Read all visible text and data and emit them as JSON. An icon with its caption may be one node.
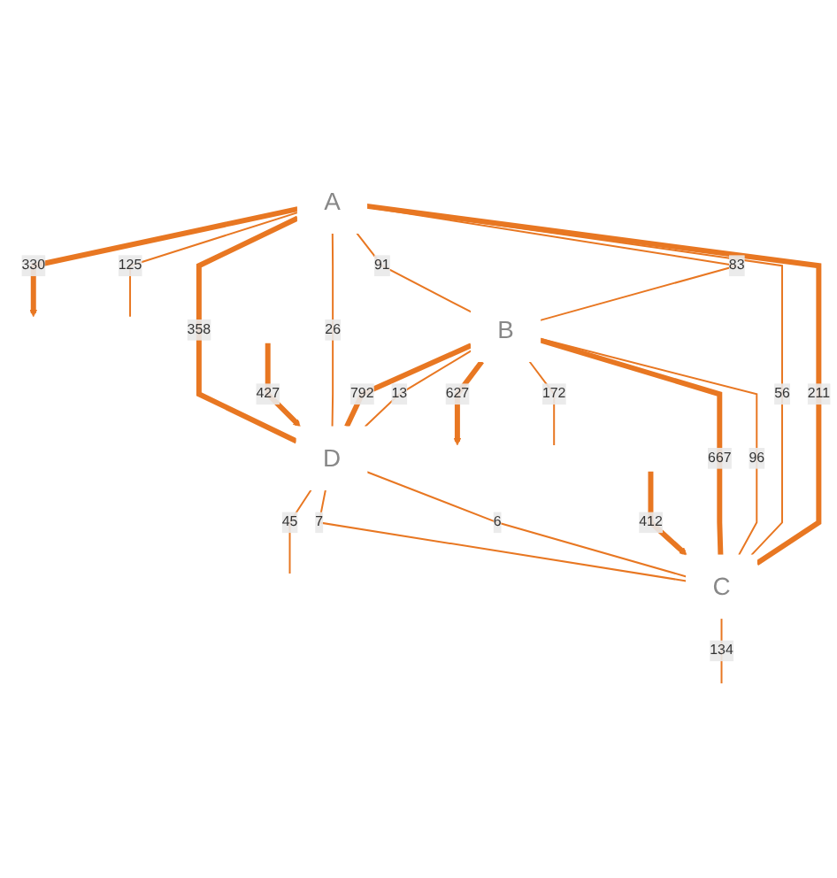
{
  "diagram": {
    "nodes": [
      {
        "text": [
          "A"
        ]
      },
      {
        "text": [
          "D"
        ]
      },
      {
        "text": [
          "B"
        ]
      },
      {
        "text": [
          "C"
        ]
      }
    ],
    "edges": [
      {
        "from": 0,
        "to": null,
        "arrow": "to",
        "label": "330",
        "style": "thick"
      },
      {
        "from": 0,
        "to": null,
        "arrow": "none",
        "label": "125"
      },
      {
        "from": 0,
        "to": 1,
        "arrow": "none",
        "label": "358",
        "style": "thick"
      },
      {
        "from": 0,
        "to": 1,
        "arrow": "none",
        "label": "26"
      },
      {
        "from": 0,
        "to": 2,
        "arrow": "none",
        "label": "91"
      },
      {
        "from": 0,
        "to": 2,
        "arrow": "none",
        "label": "83"
      },
      {
        "from": 0,
        "to": 3,
        "arrow": "none",
        "label": "56"
      },
      {
        "from": 0,
        "to": 3,
        "arrow": "none",
        "label": "211",
        "style": "thick"
      },
      {
        "from": null,
        "to": 1,
        "arrow": "to",
        "label": "427",
        "style": "thick"
      },
      {
        "from": 1,
        "to": null,
        "arrow": "none",
        "label": "45"
      },
      {
        "from": 2,
        "to": 1,
        "arrow": "none",
        "label": "792",
        "style": "thick"
      },
      {
        "from": 2,
        "to": 1,
        "arrow": "none",
        "label": "13"
      },
      {
        "from": 1,
        "to": 3,
        "arrow": "none",
        "label": "7"
      },
      {
        "from": 1,
        "to": 3,
        "arrow": "none",
        "label": "6"
      },
      {
        "from": 2,
        "to": null,
        "arrow": "to",
        "label": "627",
        "style": "thick"
      },
      {
        "from": 2,
        "to": null,
        "arrow": "none",
        "label": "172"
      },
      {
        "from": 2,
        "to": 3,
        "arrow": "none",
        "label": "667",
        "style": "thick"
      },
      {
        "from": 2,
        "to": 3,
        "arrow": "none",
        "label": "96"
      },
      {
        "from": null,
        "to": 3,
        "arrow": "to",
        "label": "412",
        "style": "thick"
      },
      {
        "from": 3,
        "to": null,
        "arrow": "none",
        "label": "134"
      }
    ]
  }
}
